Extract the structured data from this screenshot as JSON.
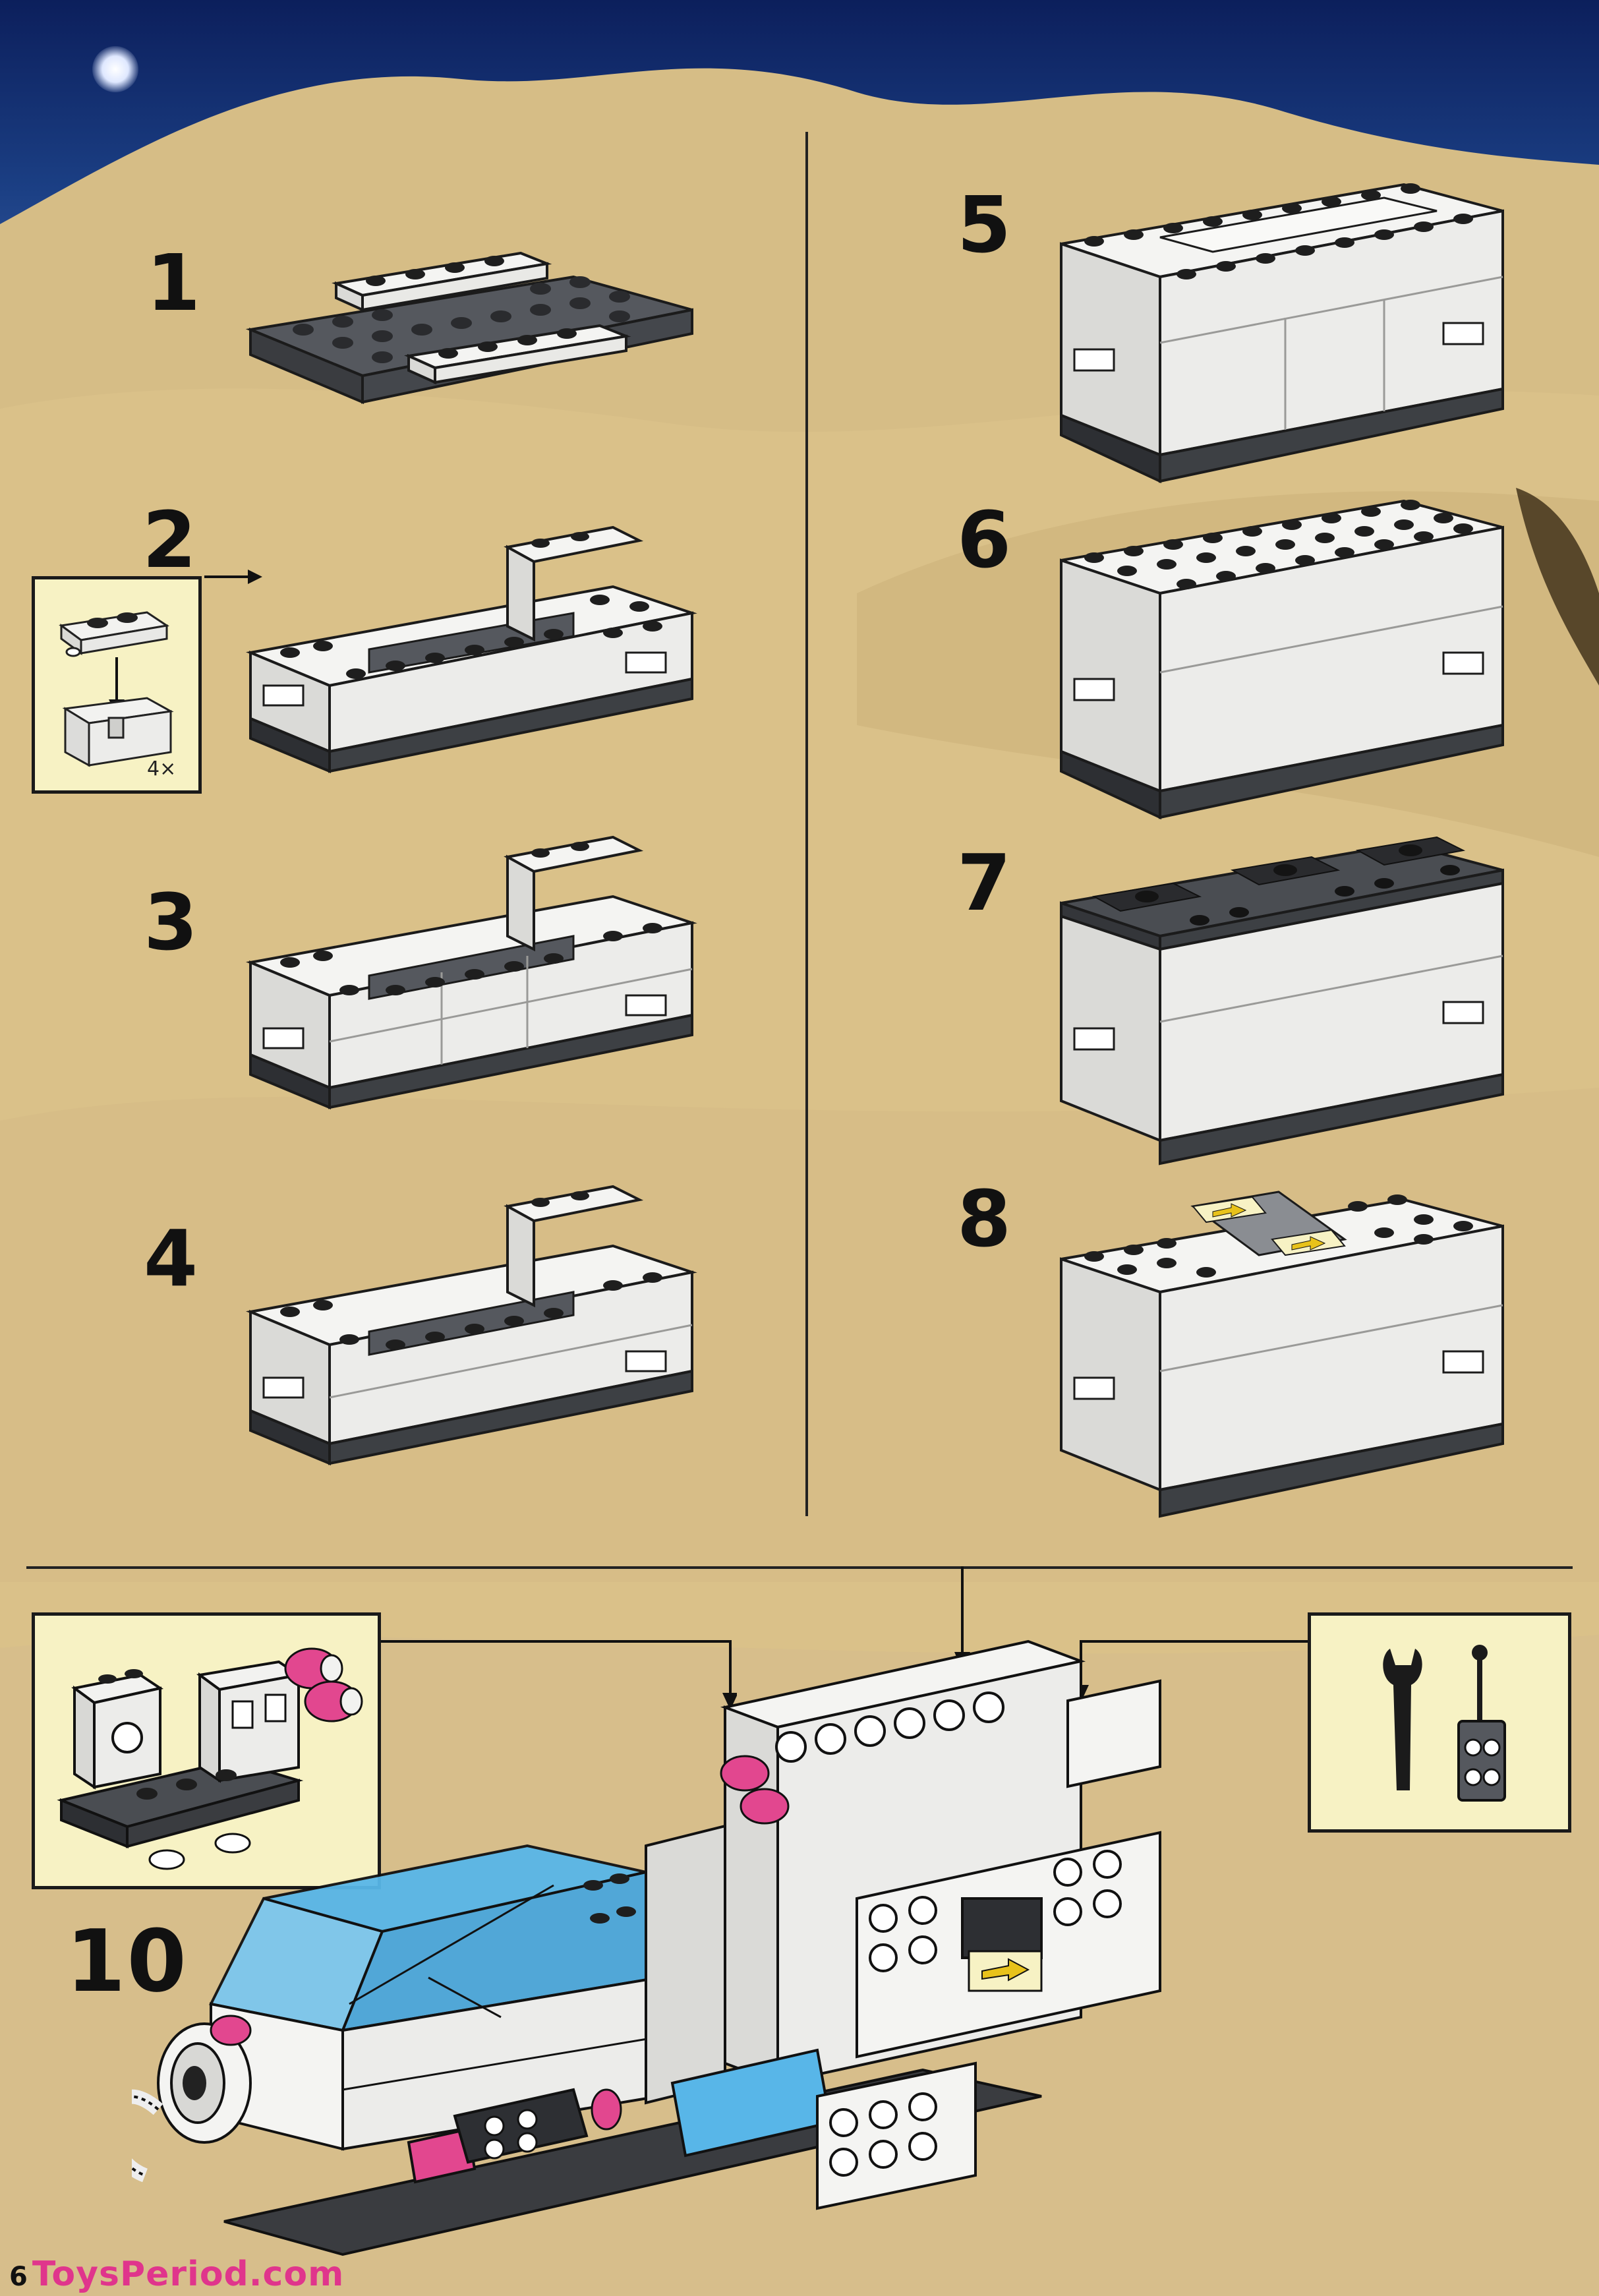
{
  "steps": {
    "s1": "1",
    "s2": "2",
    "s3": "3",
    "s4": "4",
    "s5": "5",
    "s6": "6",
    "s7": "7",
    "s8": "8",
    "s10": "10"
  },
  "inset_step2": {
    "quantity": "4×"
  },
  "tools_inset": {
    "icons": [
      "wrench-icon",
      "antenna-radio-icon"
    ]
  },
  "page_number": "6",
  "watermark": "ToysPeriod.com",
  "colors": {
    "white_brick": "#f4f4f2",
    "dark_gray_brick": "#4a4d52",
    "trans_blue": "#58b6e8",
    "pink": "#e2478f",
    "inset_bg": "#f7f2c4"
  }
}
